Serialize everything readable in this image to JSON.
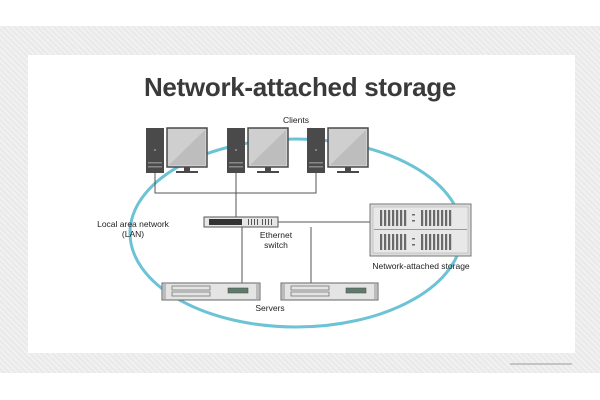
{
  "title": "Network-attached storage",
  "labels": {
    "clients": "Clients",
    "lan_line1": "Local area network",
    "lan_line2": "(LAN)",
    "switch_line1": "Ethernet",
    "switch_line2": "switch",
    "nas": "Network-attached storage",
    "servers": "Servers"
  },
  "colors": {
    "lan_ring": "#6cc3d5",
    "device_dark": "#4a4a4a",
    "device_light": "#d9d9d9",
    "title": "#3a3a3a"
  }
}
